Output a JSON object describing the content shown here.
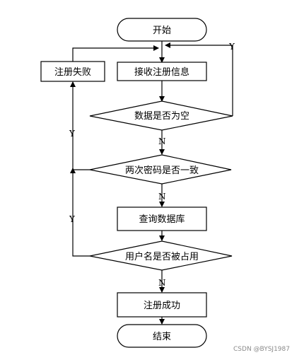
{
  "flowchart": {
    "start": "开始",
    "receive_info": "接收注册信息",
    "check_empty": "数据是否为空",
    "check_password_match": "两次密码是否一致",
    "query_database": "查询数据库",
    "check_username_taken": "用户名是否被占用",
    "register_success": "注册成功",
    "register_fail": "注册失败",
    "end": "结束",
    "edges": {
      "empty_yes": "Y",
      "empty_no": "N",
      "mismatch_yes": "Y",
      "password_no": "N",
      "taken_yes": "Y",
      "taken_no": "N"
    }
  },
  "watermark": "CSDN @BYSJ1987"
}
